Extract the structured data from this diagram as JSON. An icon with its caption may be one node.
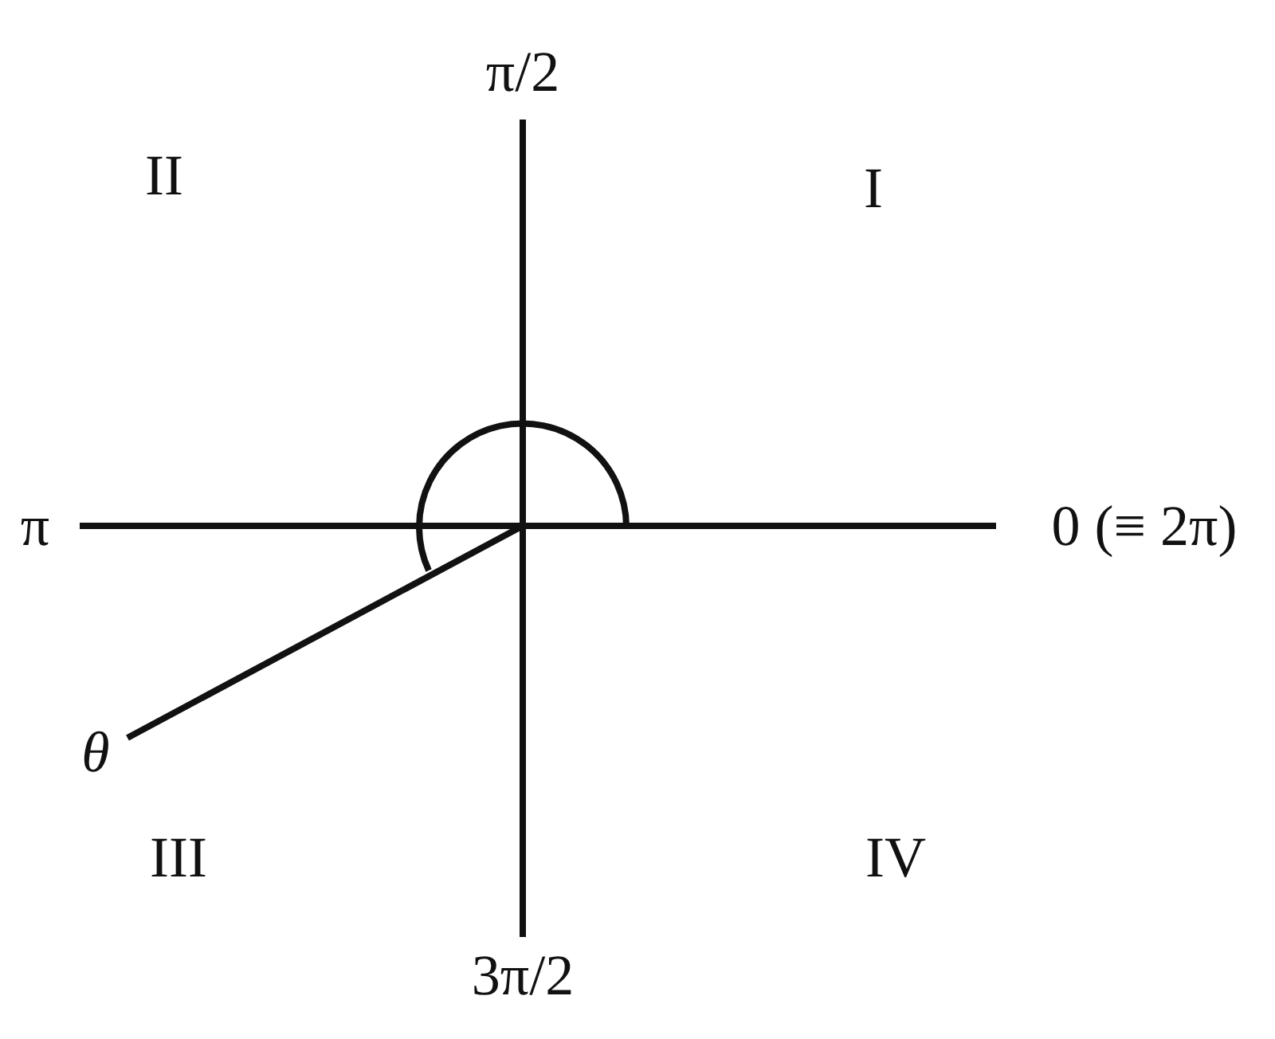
{
  "diagram": {
    "labels": [
      "π/2",
      "II",
      "I",
      "π",
      "0 (≡ 2π)",
      "θ",
      "III",
      "IV",
      "3π/2"
    ]
  }
}
